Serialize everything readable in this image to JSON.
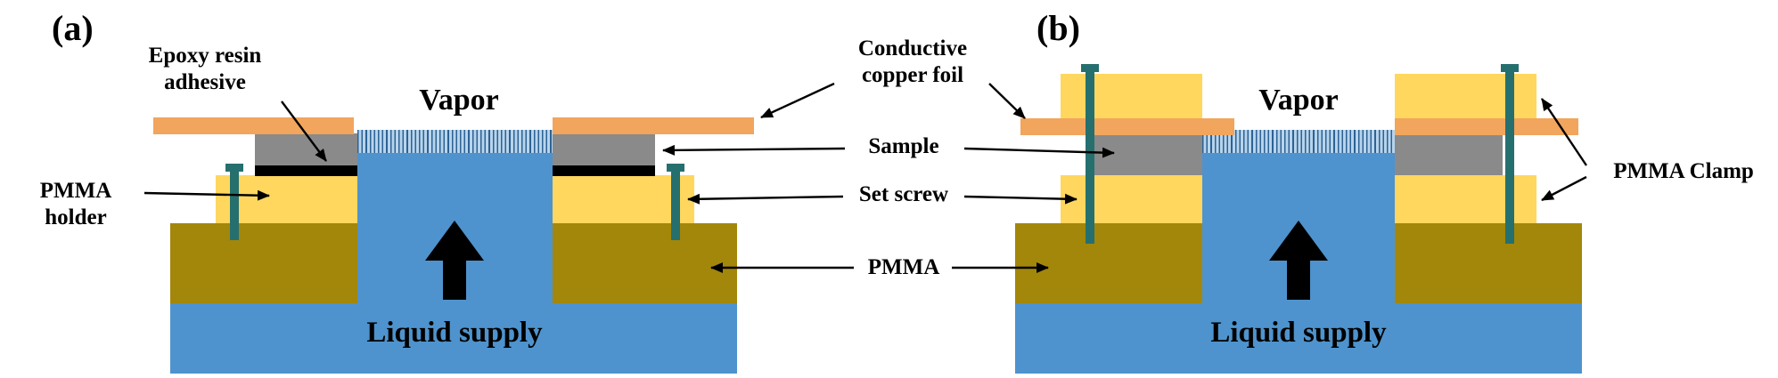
{
  "figure": {
    "panel_a": {
      "tag": "(a)",
      "vapor": "Vapor",
      "liquid_supply": "Liquid supply",
      "epoxy_label_line1": "Epoxy resin",
      "epoxy_label_line2": "adhesive",
      "pmma_holder_label": "PMMA holder"
    },
    "panel_b": {
      "tag": "(b)",
      "vapor": "Vapor",
      "liquid_supply": "Liquid supply",
      "pmma_clamp_label": "PMMA Clamp"
    },
    "shared_labels": {
      "copper_foil_line1": "Conductive",
      "copper_foil_line2": "copper foil",
      "sample": "Sample",
      "set_screw": "Set screw",
      "pmma": "PMMA"
    },
    "colors": {
      "liquid_blue": "#4e93cd",
      "copper_foil_orange": "#f2a55c",
      "sample_gray": "#8a8a8a",
      "pmma_yellow": "#ffd75e",
      "pmma_dark_yellow": "#a3870a",
      "set_screw_teal": "#266f6f",
      "epoxy_black": "#000000",
      "arrow_black": "#000000"
    }
  }
}
